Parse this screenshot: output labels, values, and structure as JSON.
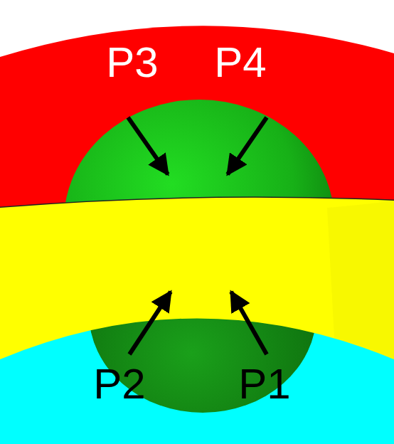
{
  "diagram": {
    "labels": [
      "P3",
      "P4",
      "P2",
      "P1"
    ]
  }
}
